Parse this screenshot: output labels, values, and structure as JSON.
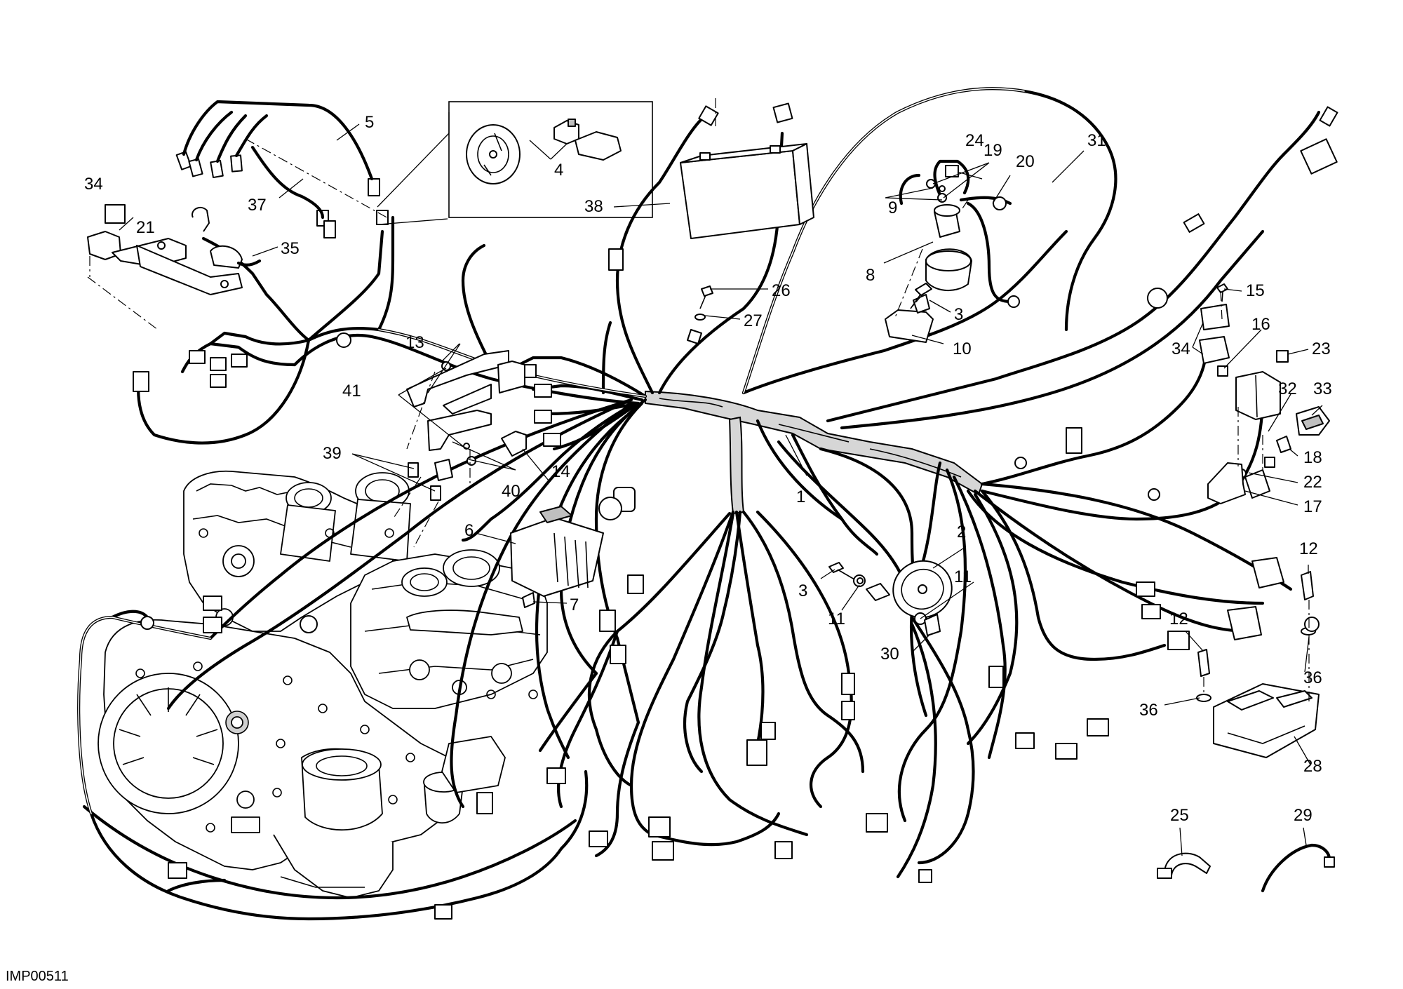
{
  "drawing_code": "IMP00511",
  "callouts": [
    {
      "id": "c1",
      "text": "1"
    },
    {
      "id": "c2",
      "text": "2"
    },
    {
      "id": "c3a",
      "text": "3"
    },
    {
      "id": "c3b",
      "text": "3"
    },
    {
      "id": "c4",
      "text": "4"
    },
    {
      "id": "c5",
      "text": "5"
    },
    {
      "id": "c6",
      "text": "6"
    },
    {
      "id": "c7",
      "text": "7"
    },
    {
      "id": "c8",
      "text": "8"
    },
    {
      "id": "c9",
      "text": "9"
    },
    {
      "id": "c10",
      "text": "10"
    },
    {
      "id": "c11a",
      "text": "11"
    },
    {
      "id": "c11b",
      "text": "11"
    },
    {
      "id": "c12a",
      "text": "12"
    },
    {
      "id": "c12b",
      "text": "12"
    },
    {
      "id": "c13",
      "text": "13"
    },
    {
      "id": "c14",
      "text": "14"
    },
    {
      "id": "c15",
      "text": "15"
    },
    {
      "id": "c16",
      "text": "16"
    },
    {
      "id": "c17",
      "text": "17"
    },
    {
      "id": "c18",
      "text": "18"
    },
    {
      "id": "c19",
      "text": "19"
    },
    {
      "id": "c20",
      "text": "20"
    },
    {
      "id": "c21",
      "text": "21"
    },
    {
      "id": "c22",
      "text": "22"
    },
    {
      "id": "c23",
      "text": "23"
    },
    {
      "id": "c24",
      "text": "24"
    },
    {
      "id": "c25",
      "text": "25"
    },
    {
      "id": "c26",
      "text": "26"
    },
    {
      "id": "c27",
      "text": "27"
    },
    {
      "id": "c28",
      "text": "28"
    },
    {
      "id": "c29",
      "text": "29"
    },
    {
      "id": "c30",
      "text": "30"
    },
    {
      "id": "c31",
      "text": "31"
    },
    {
      "id": "c32",
      "text": "32"
    },
    {
      "id": "c33",
      "text": "33"
    },
    {
      "id": "c34a",
      "text": "34"
    },
    {
      "id": "c34b",
      "text": "34"
    },
    {
      "id": "c35",
      "text": "35"
    },
    {
      "id": "c36a",
      "text": "36"
    },
    {
      "id": "c36b",
      "text": "36"
    },
    {
      "id": "c37",
      "text": "37"
    },
    {
      "id": "c38",
      "text": "38"
    },
    {
      "id": "c39",
      "text": "39"
    },
    {
      "id": "c40",
      "text": "40"
    },
    {
      "id": "c41",
      "text": "41"
    }
  ]
}
